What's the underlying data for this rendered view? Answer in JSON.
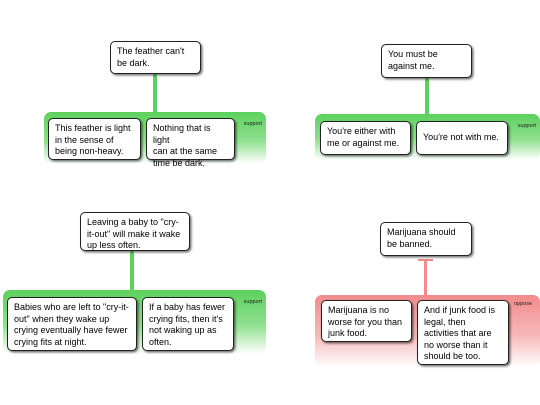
{
  "colors": {
    "support": "#5dd15d",
    "oppose": "#f28b8b"
  },
  "arguments": [
    {
      "claim": "The feather can't\nbe dark.",
      "relation": "support",
      "reasons": [
        "This feather is light\nin the sense of\nbeing non-heavy.",
        "Nothing that is light\ncan at the same\ntime be dark."
      ]
    },
    {
      "claim": "You must be\nagainst me.",
      "relation": "support",
      "reasons": [
        "You're either with\nme or against me.",
        "You're not with me."
      ]
    },
    {
      "claim": "Leaving a baby to \"cry-\nit-out\" will make it wake\nup less often.",
      "relation": "support",
      "reasons": [
        "Babies who are left to \"cry-it-\nout\" when they wake up\ncrying eventually have fewer\ncrying fits at night.",
        "If a baby has fewer\ncrying fits, then it's\nnot waking up as\noften."
      ]
    },
    {
      "claim": "Marijuana should\nbe banned.",
      "relation": "oppose",
      "reasons": [
        "Marijuana is no\nworse for you than\njunk food.",
        "And if junk food is\nlegal, then\nactivities that are\nno worse than it\nshould be too."
      ]
    }
  ]
}
